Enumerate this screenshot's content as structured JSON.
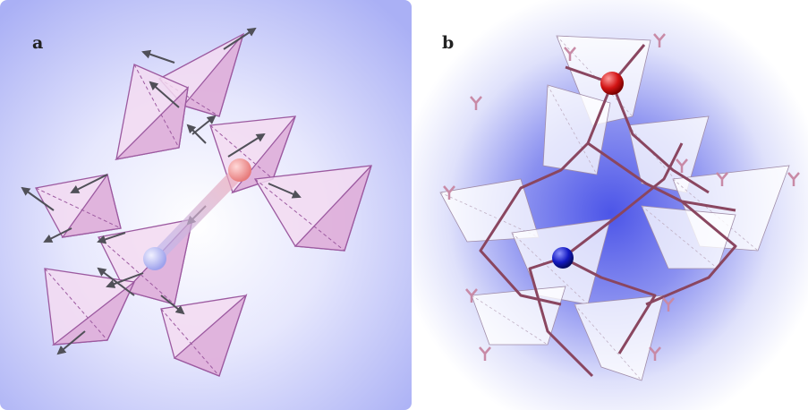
{
  "panels": [
    {
      "label": "a"
    },
    {
      "label": "b"
    }
  ],
  "colors": {
    "panel_a_bg_edge": "#aab0f5",
    "panel_a_bg_center": "#ffffff",
    "tetra_face": "#f3dbf1",
    "tetra_face_dark": "#d9a6d6",
    "tetra_edge": "#9c5aa0",
    "arrow": "#505058",
    "monopole_positive": "#e32222",
    "monopole_negative": "#1a1fc8",
    "dirac_string": "#8a4660",
    "panel_b_glow": "#6b74ee"
  },
  "icons": {
    "monopole_a_pos": "red-sphere",
    "monopole_a_neg": "blue-sphere",
    "monopole_b_pos": "red-sphere",
    "monopole_b_neg": "blue-sphere"
  }
}
